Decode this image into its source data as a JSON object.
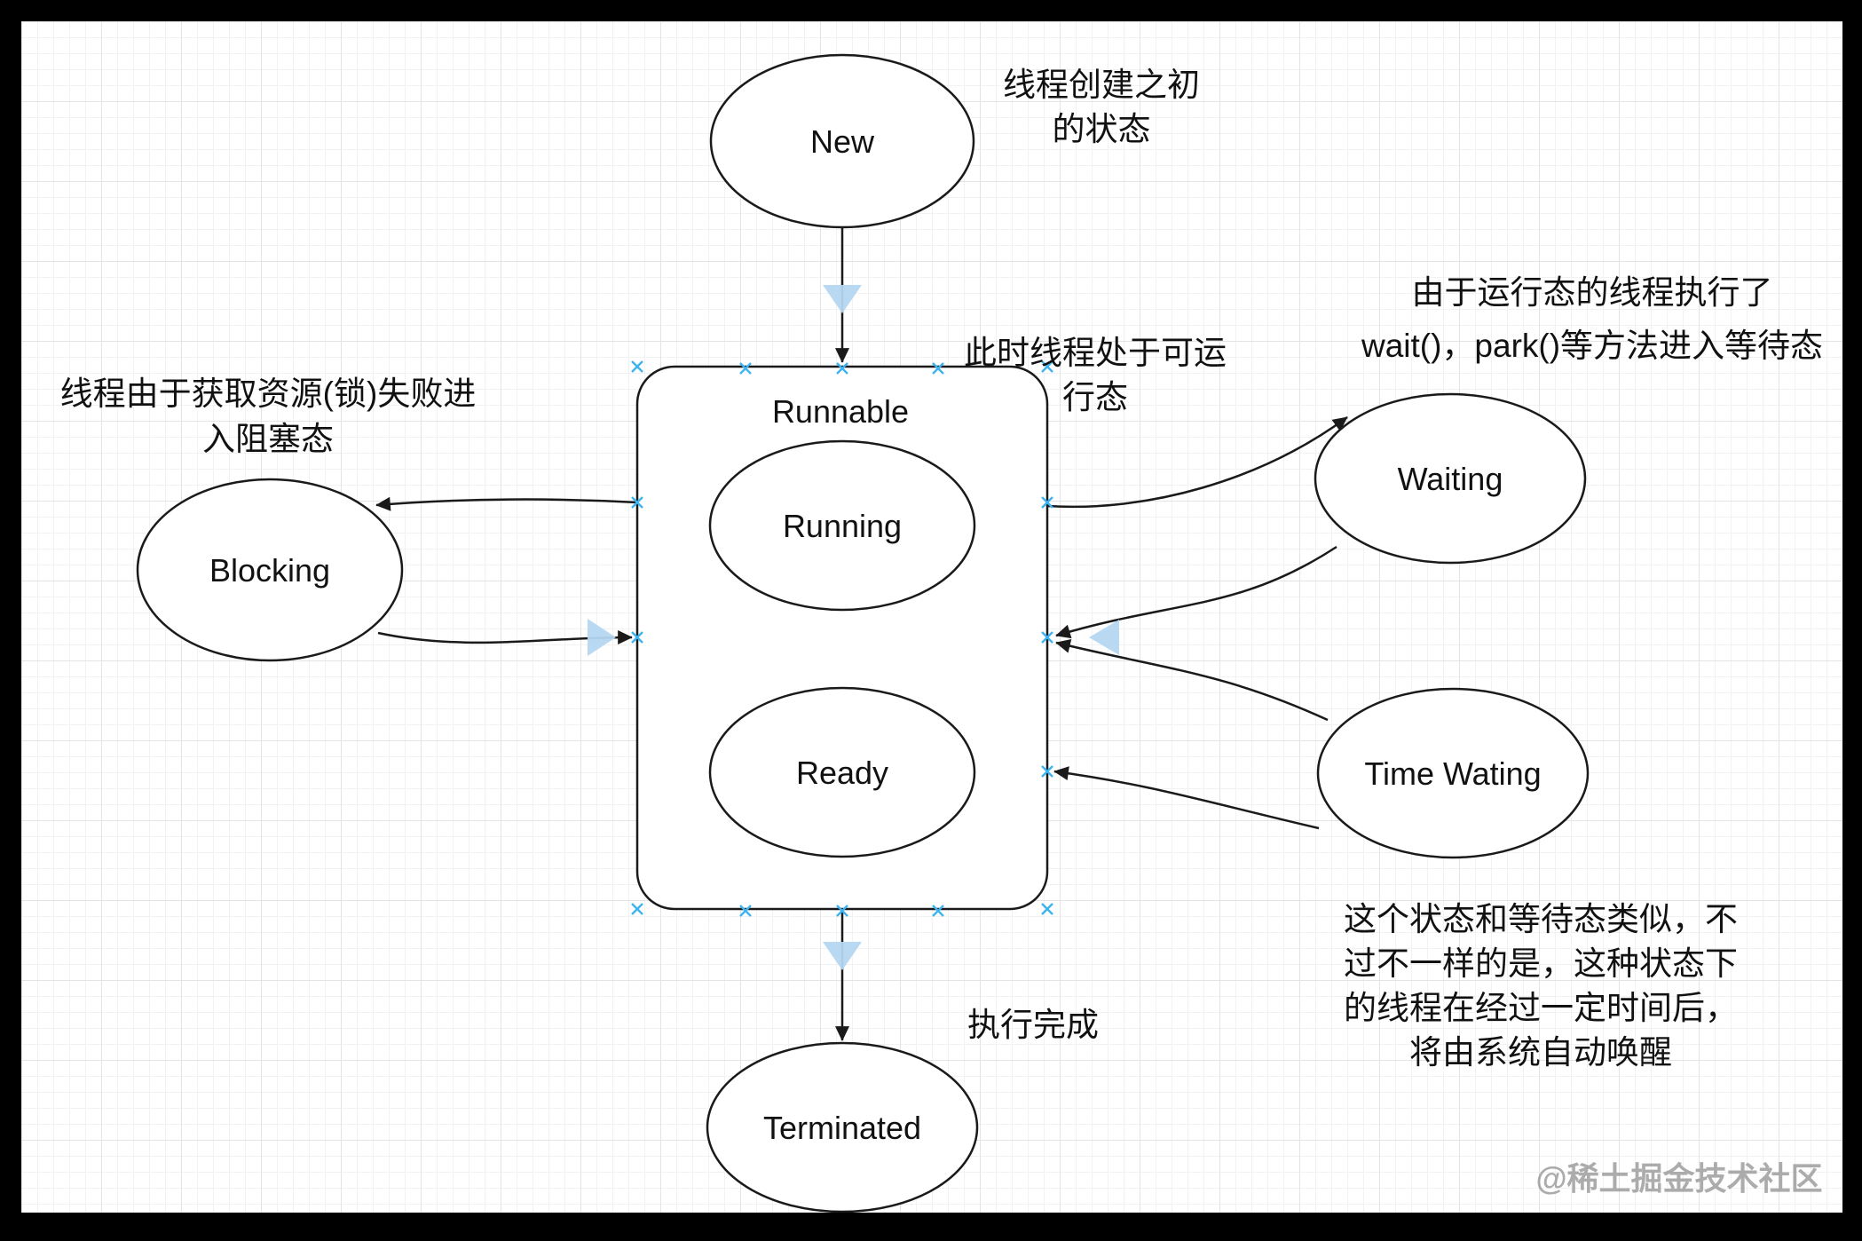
{
  "diagram_title": "Java thread state diagram",
  "nodes": {
    "new": {
      "label": "New"
    },
    "runnable": {
      "label": "Runnable"
    },
    "running": {
      "label": "Running"
    },
    "ready": {
      "label": "Ready"
    },
    "blocking": {
      "label": "Blocking"
    },
    "waiting": {
      "label": "Waiting"
    },
    "time_waiting": {
      "label": "Time Wating"
    },
    "terminated": {
      "label": "Terminated"
    }
  },
  "annotations": {
    "new_note": {
      "lines": [
        "线程创建之初",
        "的状态"
      ]
    },
    "runnable_note": {
      "lines": [
        "此时线程处于可运",
        "行态"
      ]
    },
    "blocking_note": {
      "lines": [
        "线程由于获取资源(锁)失败进",
        "入阻塞态"
      ]
    },
    "waiting_note": {
      "lines": [
        "由于运行态的线程执行了",
        "wait()，park()等方法进入等待态"
      ]
    },
    "time_waiting_note": {
      "lines": [
        "这个状态和等待态类似，不",
        "过不一样的是，这种状态下",
        "的线程在经过一定时间后，",
        "将由系统自动唤醒"
      ]
    },
    "terminated_note": {
      "lines": [
        "执行完成"
      ]
    }
  },
  "watermark": "@稀土掘金技术社区",
  "colors": {
    "stroke": "#1a1a1a",
    "connection_point_blue": "#3eb3ef",
    "hint_arrow_blue": "#b5d7f2",
    "grid_minor": "#f2f2f2",
    "grid_major": "#e4e4e4",
    "frame": "#000000",
    "watermark_gray": "#8d8d8d"
  }
}
